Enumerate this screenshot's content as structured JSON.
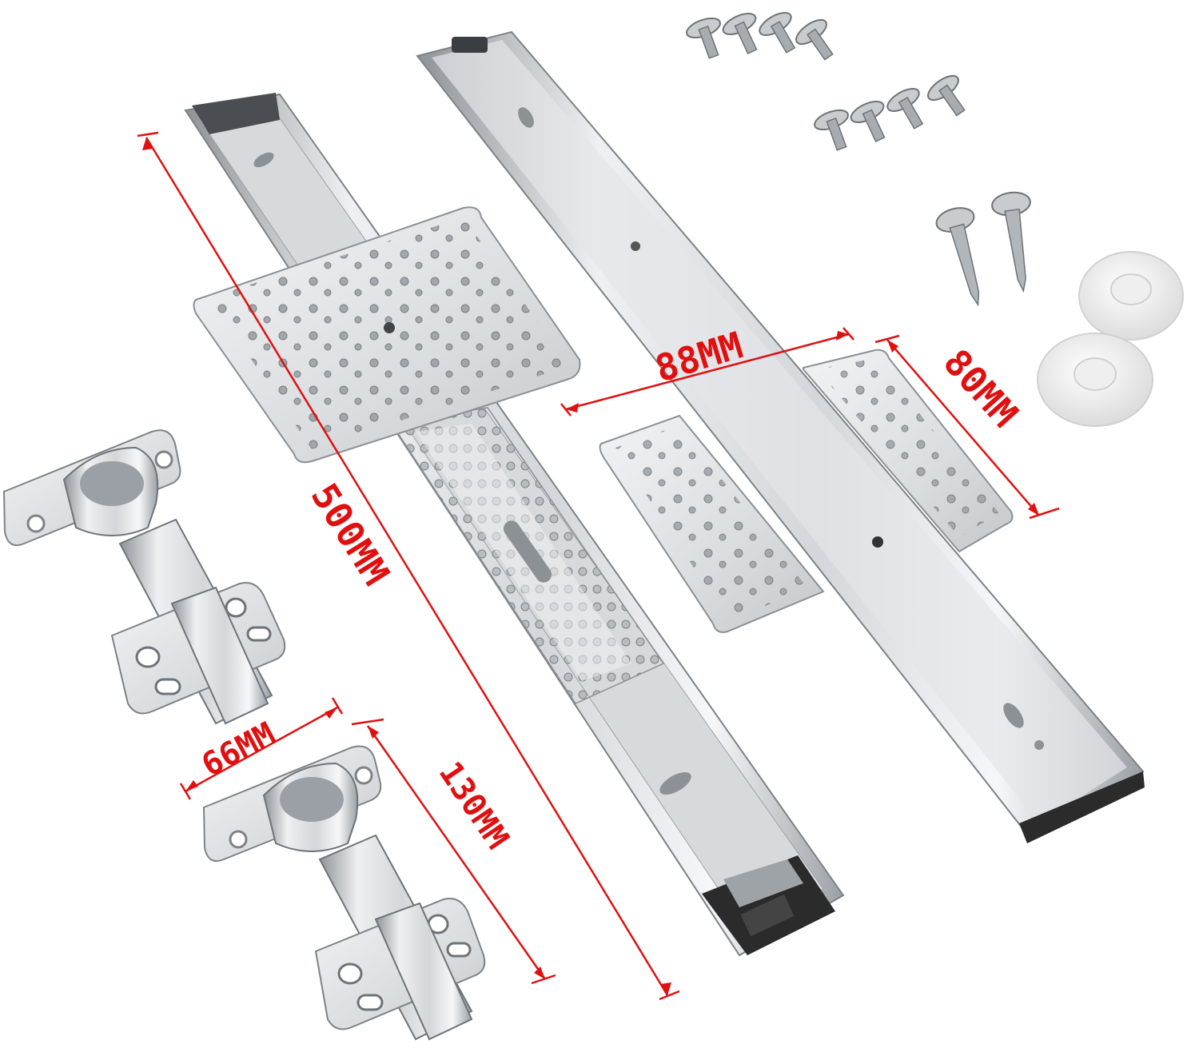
{
  "colors": {
    "dimension": "#e01010",
    "steel_light": "#eef0f2",
    "steel_mid": "#c9ccd0",
    "steel_dark": "#8e9398",
    "plastic_white": "#f7f7f7",
    "rail_end_black": "#2b2b2b"
  },
  "dimensions": {
    "rail_length": "500MM",
    "plate_width": "88MM",
    "plate_height": "80MM",
    "hinge_width": "66MM",
    "hinge_length": "130MM"
  },
  "parts": [
    "drawer-slide-inner-rail",
    "drawer-slide-outer-rail",
    "mounting-plate",
    "cabinet-hinge",
    "flat-head-screw",
    "self-tapping-screw",
    "nylon-washer"
  ]
}
